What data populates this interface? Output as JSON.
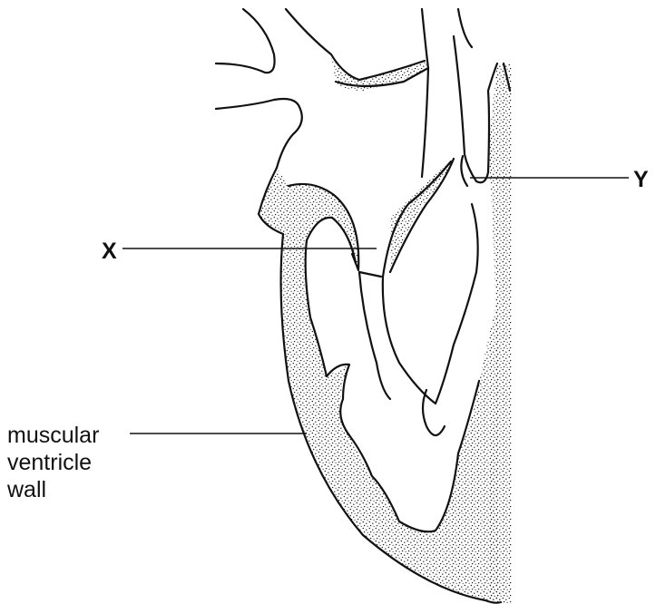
{
  "labels": {
    "x": "X",
    "y": "Y",
    "wall_lines": [
      "muscular",
      "ventricle",
      "wall"
    ]
  },
  "colors": {
    "outline": "#111111",
    "stipple": "#222222",
    "background": "#ffffff"
  }
}
